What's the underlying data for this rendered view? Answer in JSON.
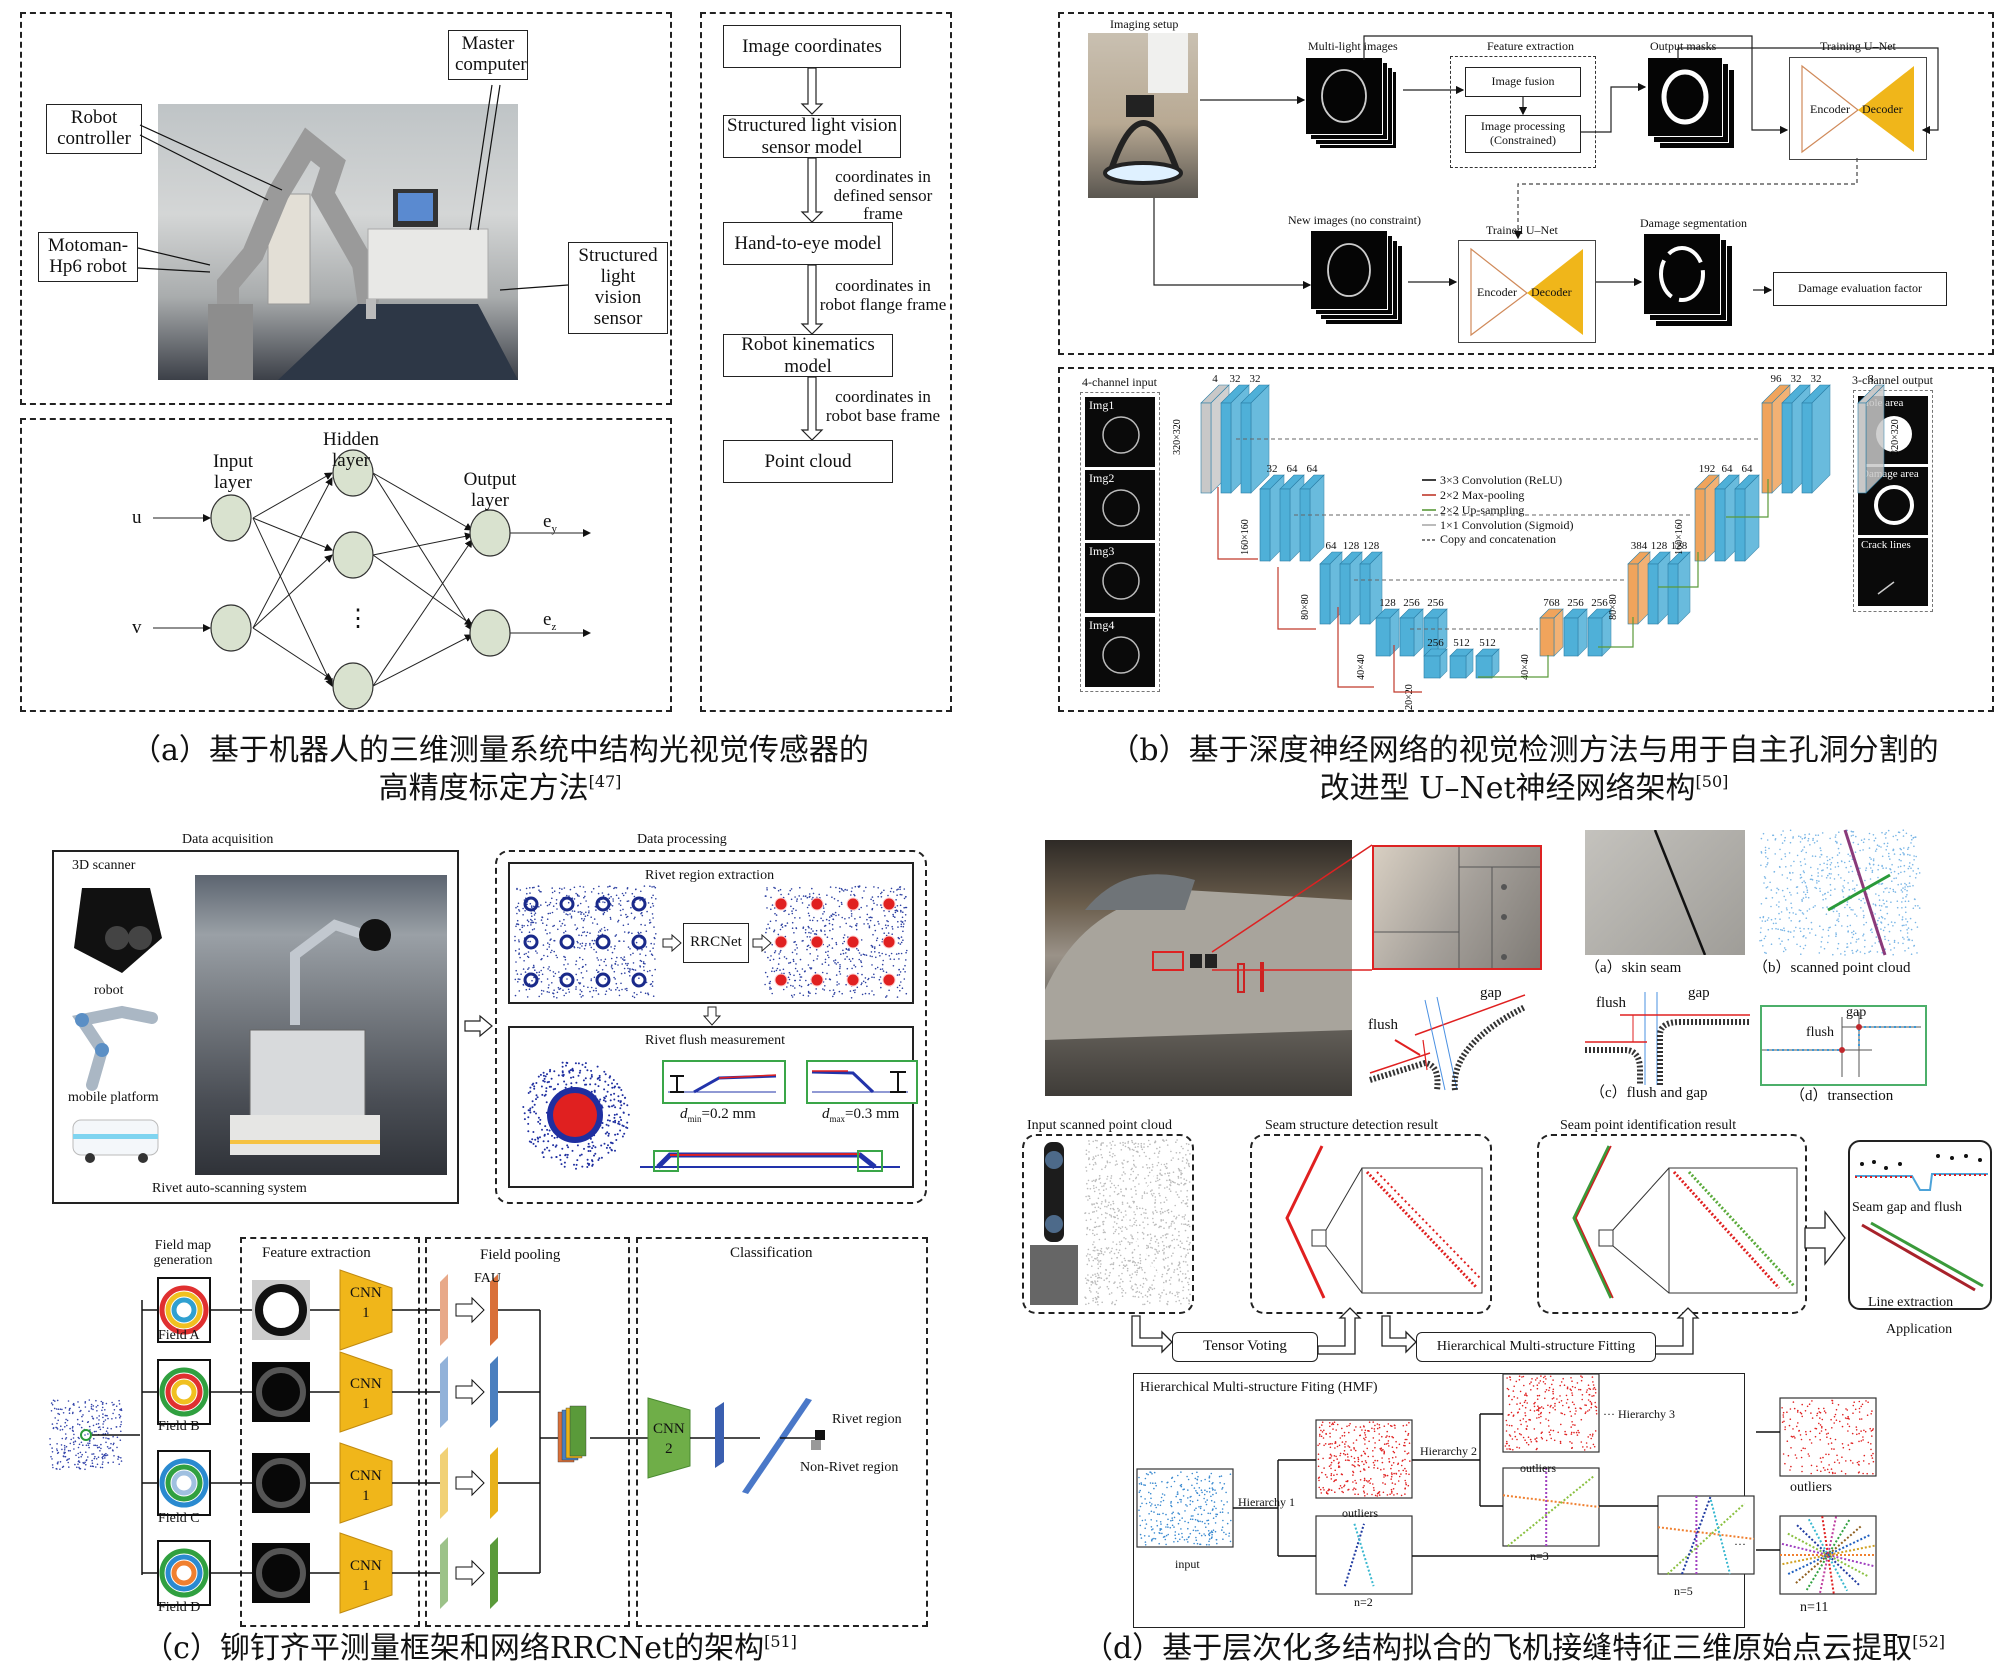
{
  "panel_a": {
    "photo_labels": {
      "robot_controller": "Robot controller",
      "master_computer": "Master computer",
      "motoman": "Motoman-Hp6 robot",
      "sensor": "Structured light vision sensor"
    },
    "nn": {
      "input_layer": "Input layer",
      "hidden_layer": "Hidden layer",
      "output_layer": "Output layer",
      "inputs": [
        "u",
        "v"
      ],
      "outputs": [
        "e",
        "e"
      ],
      "output_subs": [
        "y",
        "z"
      ],
      "ellipsis": "⋮"
    },
    "flow": {
      "steps": [
        "Image coordinates",
        "Structured light vision sensor model",
        "Hand-to-eye model",
        "Robot kinematics model",
        "Point cloud"
      ],
      "transitions": [
        "",
        "coordinates in defined sensor frame",
        "coordinates in robot flange frame",
        "coordinates in robot base frame"
      ]
    },
    "caption_line1": "（a）基于机器人的三维测量系统中结构光视觉传感器的",
    "caption_line2": "高精度标定方法",
    "caption_ref": "[47]"
  },
  "panel_b": {
    "top": {
      "imaging_setup": "Imaging setup",
      "multi_light": "Multi-light images",
      "feature_extraction": "Feature extraction",
      "image_fusion": "Image fusion",
      "image_processing": "Image processing",
      "constrained": "(Constrained)",
      "output_masks": "Output masks",
      "training_unet": "Training U–Net",
      "encoder": "Encoder",
      "decoder": "Decoder",
      "new_images": "New images (no constraint)",
      "trained_unet": "Trained U–Net",
      "damage_segmentation": "Damage segmentation",
      "damage_factor": "Damage evaluation factor"
    },
    "unet": {
      "input_title": "4-channel input",
      "inputs": [
        "Img1",
        "Img2",
        "Img3",
        "Img4"
      ],
      "output_title": "3-channel output",
      "outputs": [
        "Hole area",
        "Damage area",
        "Crack lines"
      ],
      "channels": {
        "l1": [
          "4",
          "32",
          "32"
        ],
        "l2": [
          "32",
          "64",
          "64"
        ],
        "l3": [
          "64",
          "128",
          "128"
        ],
        "l4": [
          "128",
          "256",
          "256"
        ],
        "l5": [
          "256",
          "512",
          "512"
        ],
        "u4": [
          "768",
          "256",
          "256"
        ],
        "u3": [
          "384",
          "128",
          "128"
        ],
        "u2": [
          "192",
          "64",
          "64"
        ],
        "u1": [
          "96",
          "32",
          "32"
        ],
        "out": [
          "3"
        ]
      },
      "sizes": [
        "320×320",
        "160×160",
        "80×80",
        "40×40",
        "20×20",
        "40×40",
        "80×80",
        "160×160",
        "320×320"
      ],
      "legend": [
        {
          "label": "3×3 Convolution (ReLU)",
          "color": "#111111"
        },
        {
          "label": "2×2 Max-pooling",
          "color": "#c0392b"
        },
        {
          "label": "2×2 Up-sampling",
          "color": "#5a9a3a"
        },
        {
          "label": "1×1 Convolution (Sigmoid)",
          "color": "#aaaaaa"
        },
        {
          "label": "Copy and concatenation",
          "color": "#555555"
        }
      ]
    },
    "caption_line1": "（b）基于深度神经网络的视觉检测方法与用于自主孔洞分割的",
    "caption_line2": "改进型 U–Net神经网络架构",
    "caption_ref": "[50]"
  },
  "panel_c": {
    "data_acquisition": "Data acquisition",
    "data_processing": "Data processing",
    "scanner": "3D scanner",
    "robot": "robot",
    "mobile_platform": "mobile platform",
    "system": "Rivet auto-scanning system",
    "region_extraction": "Rivet region extraction",
    "rrcnet": "RRCNet",
    "flush_measurement": "Rivet flush measurement",
    "dmin": "=0.2 mm",
    "dmax": "=0.3 mm",
    "d": "d",
    "min": "min",
    "max": "max",
    "field_map": "Field map generation",
    "fields": [
      "Field A",
      "Field B",
      "Field C",
      "Field D"
    ],
    "feature_extraction": "Feature extraction",
    "field_pooling": "Field pooling",
    "classification": "Classification",
    "fau": "FAU",
    "cnn1": "CNN",
    "cnn1_num": "1",
    "cnn2_num": "2",
    "rivet_region": "Rivet region",
    "non_rivet_region": "Non-Rivet region",
    "pool_colors": [
      "#d9703a",
      "#4a7fbf",
      "#e8b21a",
      "#5a9a3a"
    ],
    "caption": "（c）铆钉齐平测量框架和网络RRCNet的架构",
    "caption_ref": "[51]"
  },
  "panel_d": {
    "gap": "gap",
    "flush": "flush",
    "sub_a": "（a）skin seam",
    "sub_b": "（b）scanned point cloud",
    "sub_c": "（c）flush and gap",
    "sub_d": "（d）transection",
    "input_cloud": "Input scanned point cloud",
    "seam_detection": "Seam structure detection result",
    "seam_identification": "Seam point identification result",
    "tensor_voting": "Tensor Voting",
    "hmf_label": "Hierarchical Multi-structure Fitting",
    "seam_gap_flush": "Seam gap and flush",
    "line_extraction": "Line extraction",
    "application": "Application",
    "hmf_title": "Hierarchical Multi-structure Fiting (HMF)",
    "hierarchy1": "Hierarchy 1",
    "hierarchy2": "Hierarchy 2",
    "hierarchy3": "··· Hierarchy 3",
    "input": "input",
    "outliers": "outliers",
    "n2": "n=2",
    "n3": "n=3",
    "n5": "n=5",
    "n11": "n=11",
    "dots": "···",
    "caption": "（d）基于层次化多结构拟合的飞机接缝特征三维原始点云提取",
    "caption_ref": "[52]"
  }
}
